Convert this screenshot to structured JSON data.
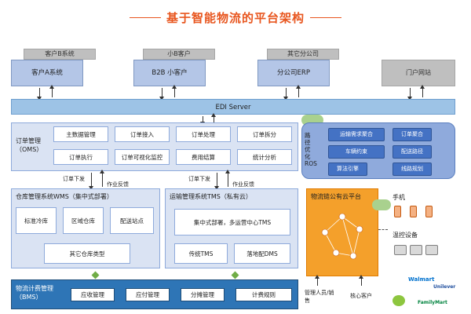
{
  "title": "基于智能物流的平台架构",
  "clients": {
    "back": [
      "客户B系统",
      "小B客户",
      "其它分公司"
    ],
    "front": [
      "客户A系统",
      "B2B 小客户",
      "分公司ERP",
      "门户网站"
    ]
  },
  "edi": "EDI Server",
  "oms": {
    "label": "订单管理（OMS）",
    "modules": [
      "主数据管理",
      "订单接入",
      "订单处理",
      "订单拆分",
      "订单执行",
      "订单可视化监控",
      "费用结算",
      "统计分析"
    ]
  },
  "ros": {
    "label": "路径优化 ROS",
    "buttons": [
      "运输需求聚合",
      "订单聚合",
      "车辆约束",
      "配送路径",
      "算法引擎",
      "线路规划"
    ]
  },
  "flows": {
    "left_down": "订单下发",
    "left_up": "作业反馈",
    "right_down": "订单下发",
    "right_up": "作业反馈"
  },
  "wms": {
    "label": "仓库管理系统WMS（集中式部署）",
    "modules": [
      "标准冷库",
      "区域仓库",
      "配送站点",
      "其它仓库类型"
    ]
  },
  "tms": {
    "label": "运输管理系统TMS（私有云）",
    "modules": [
      "集中式部署，多运营中心TMS",
      "传统TMS",
      "落地配DMS"
    ]
  },
  "cloud_platform": {
    "label": "物流链公有云平台",
    "mobile": "手机",
    "temp": "温控设备",
    "mgmt": "管理人员/销售",
    "core": "核心客户"
  },
  "bms": {
    "label": "物流计费管理（BMS）",
    "modules": [
      "应收管理",
      "应付管理",
      "分摊管理",
      "计费规则"
    ]
  },
  "logos": [
    "Walmart",
    "Unilever",
    "FamilyMart"
  ],
  "colors": {
    "title": "#e8561f",
    "panel": "#dae3f3",
    "ros": "#8faadc",
    "orange": "#f4a02b",
    "bms": "#2e75b6"
  }
}
